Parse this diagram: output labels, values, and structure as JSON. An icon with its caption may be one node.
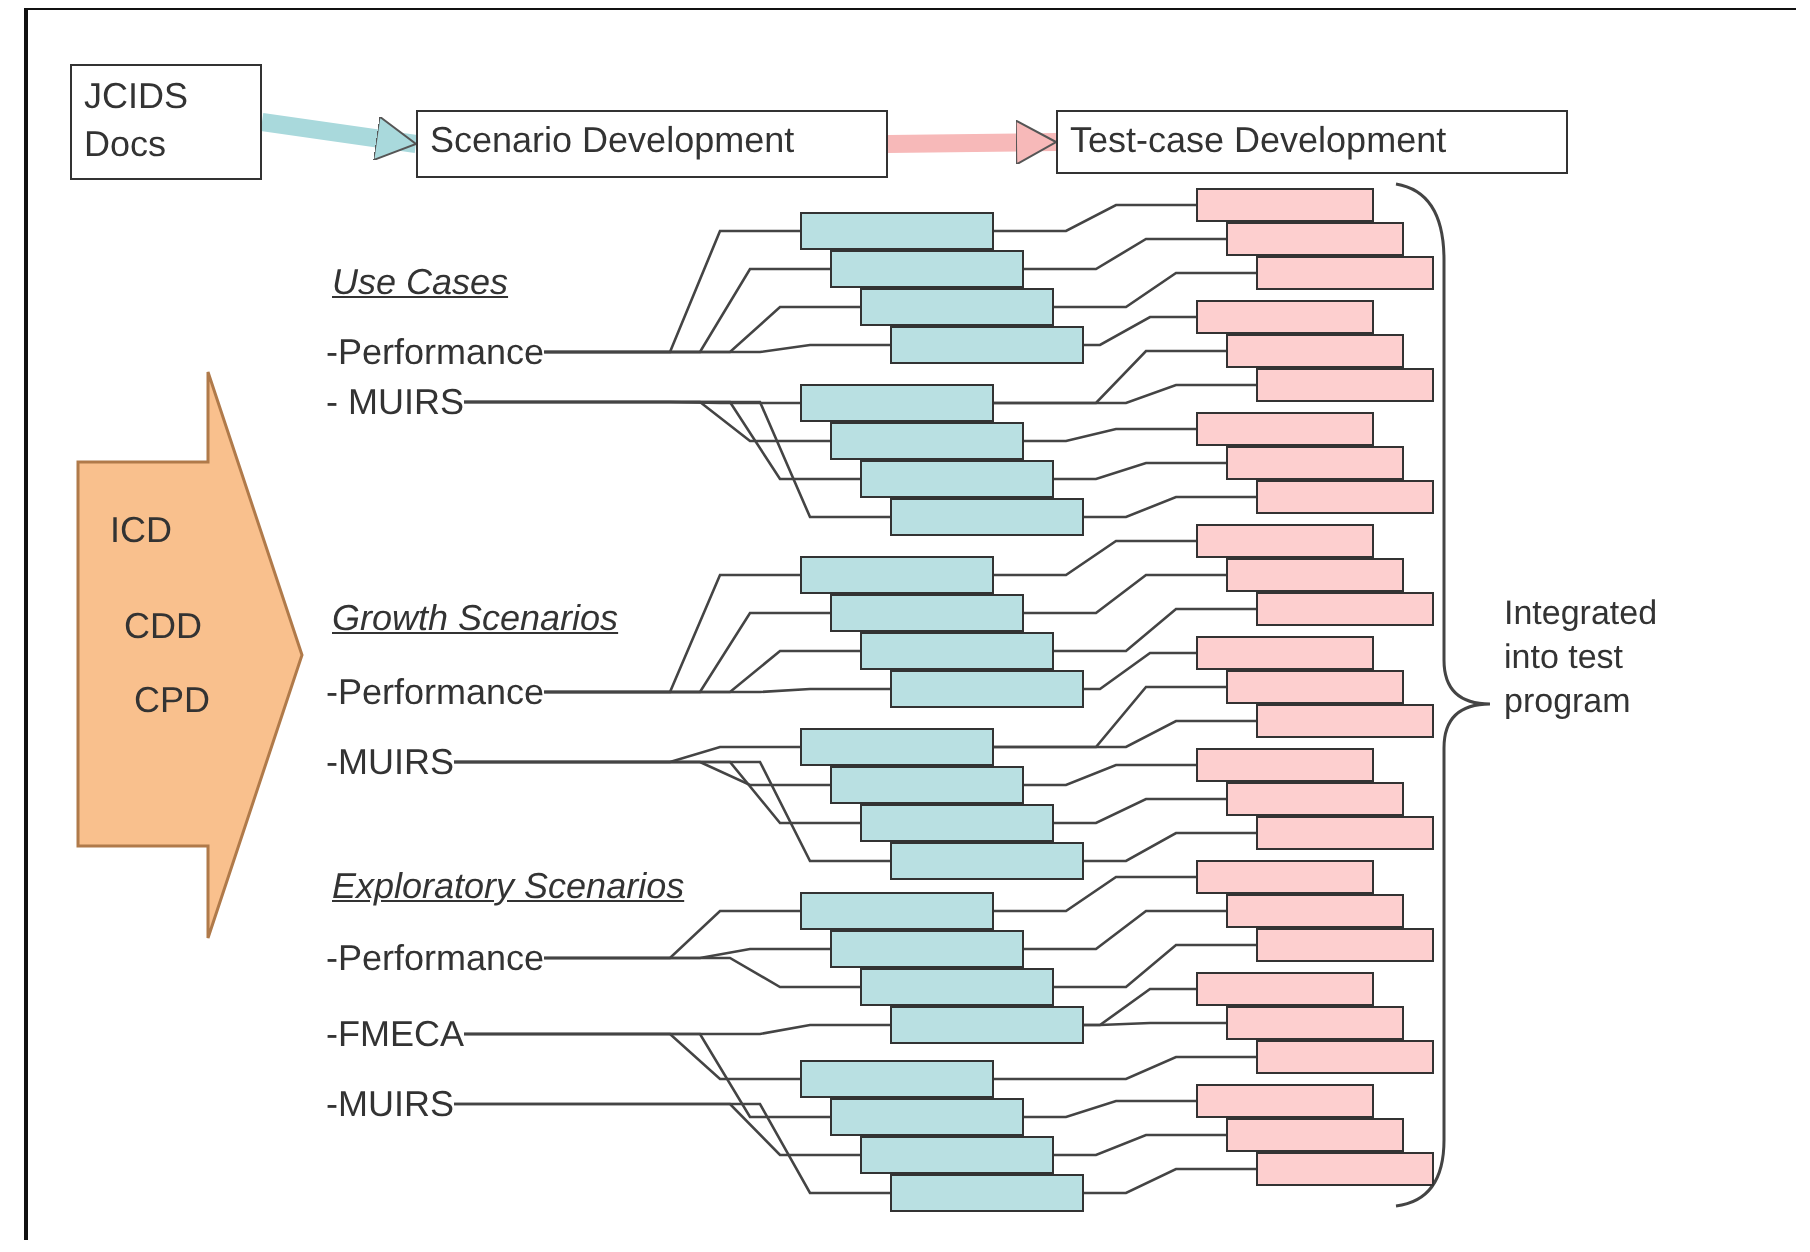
{
  "diagram": {
    "nodes": [
      {
        "text": [
          "JCIDS Docs"
        ]
      },
      {
        "text": [
          "Scenario Development"
        ]
      },
      {
        "text": [
          "Test-case Development"
        ]
      },
      {
        "text": [
          "ICD",
          "CDD",
          "CPD"
        ]
      },
      {
        "text": [
          "-Performance"
        ]
      },
      {
        "text": [
          "- MUIRS"
        ]
      },
      {
        "text": [
          "-Performance"
        ]
      },
      {
        "text": [
          "-MUIRS"
        ]
      },
      {
        "text": [
          "-Performance"
        ]
      },
      {
        "text": [
          "-FMECA"
        ]
      },
      {
        "text": [
          "-MUIRS"
        ]
      },
      {
        "text": [],
        "shape": "box"
      },
      {
        "text": [],
        "shape": "box"
      },
      {
        "text": [],
        "shape": "box"
      },
      {
        "text": [],
        "shape": "box"
      },
      {
        "text": [],
        "shape": "box"
      },
      {
        "text": [],
        "shape": "box"
      },
      {
        "text": [],
        "shape": "box"
      },
      {
        "text": [],
        "shape": "box"
      },
      {
        "text": [],
        "shape": "box"
      },
      {
        "text": [],
        "shape": "box"
      },
      {
        "text": [],
        "shape": "box"
      },
      {
        "text": [],
        "shape": "box"
      },
      {
        "text": [],
        "shape": "box"
      },
      {
        "text": [],
        "shape": "box"
      },
      {
        "text": [],
        "shape": "box"
      },
      {
        "text": [],
        "shape": "box"
      },
      {
        "text": [],
        "shape": "box"
      },
      {
        "text": [],
        "shape": "box"
      },
      {
        "text": [],
        "shape": "box"
      },
      {
        "text": [],
        "shape": "box"
      },
      {
        "text": [],
        "shape": "box"
      },
      {
        "text": [],
        "shape": "box"
      },
      {
        "text": [],
        "shape": "box"
      },
      {
        "text": [],
        "shape": "box"
      },
      {
        "text": [],
        "shape": "box"
      },
      {
        "text": [],
        "shape": "box"
      },
      {
        "text": [],
        "shape": "box"
      },
      {
        "text": [],
        "shape": "box"
      },
      {
        "text": [],
        "shape": "box"
      },
      {
        "text": [],
        "shape": "box"
      },
      {
        "text": [],
        "shape": "box"
      },
      {
        "text": [],
        "shape": "box"
      },
      {
        "text": [],
        "shape": "box"
      },
      {
        "text": [],
        "shape": "box"
      },
      {
        "text": [],
        "shape": "box"
      },
      {
        "text": [],
        "shape": "box"
      },
      {
        "text": [],
        "shape": "box"
      },
      {
        "text": [],
        "shape": "box"
      },
      {
        "text": [],
        "shape": "box"
      },
      {
        "text": [],
        "shape": "box"
      },
      {
        "text": [],
        "shape": "box"
      },
      {
        "text": [],
        "shape": "box"
      },
      {
        "text": [],
        "shape": "box"
      },
      {
        "text": [],
        "shape": "box"
      },
      {
        "text": [],
        "shape": "box"
      },
      {
        "text": [],
        "shape": "box"
      },
      {
        "text": [],
        "shape": "box"
      },
      {
        "text": [],
        "shape": "box"
      },
      {
        "text": [],
        "shape": "box"
      },
      {
        "text": [],
        "shape": "box"
      },
      {
        "text": [],
        "shape": "box"
      }
    ],
    "edges": [
      {
        "from": 0,
        "to": 1,
        "arrow": "to",
        "style": "thick",
        "color": "#a9d9dc"
      },
      {
        "from": 1,
        "to": 2,
        "arrow": "to",
        "style": "thick",
        "color": "#f7b9b9"
      },
      {
        "from": 4,
        "to": 11,
        "arrow": "none"
      },
      {
        "from": 4,
        "to": 12,
        "arrow": "none"
      },
      {
        "from": 4,
        "to": 13,
        "arrow": "none"
      },
      {
        "from": 4,
        "to": 14,
        "arrow": "none"
      },
      {
        "from": 5,
        "to": 15,
        "arrow": "none"
      },
      {
        "from": 5,
        "to": 16,
        "arrow": "none"
      },
      {
        "from": 5,
        "to": 17,
        "arrow": "none"
      },
      {
        "from": 5,
        "to": 18,
        "arrow": "none"
      },
      {
        "from": 6,
        "to": 19,
        "arrow": "none"
      },
      {
        "from": 6,
        "to": 20,
        "arrow": "none"
      },
      {
        "from": 6,
        "to": 21,
        "arrow": "none"
      },
      {
        "from": 6,
        "to": 22,
        "arrow": "none"
      },
      {
        "from": 7,
        "to": 23,
        "arrow": "none"
      },
      {
        "from": 7,
        "to": 24,
        "arrow": "none"
      },
      {
        "from": 7,
        "to": 25,
        "arrow": "none"
      },
      {
        "from": 7,
        "to": 26,
        "arrow": "none"
      },
      {
        "from": 8,
        "to": 27,
        "arrow": "none"
      },
      {
        "from": 8,
        "to": 28,
        "arrow": "none"
      },
      {
        "from": 8,
        "to": 29,
        "arrow": "none"
      },
      {
        "from": 9,
        "to": 30,
        "arrow": "none"
      },
      {
        "from": 9,
        "to": 31,
        "arrow": "none"
      },
      {
        "from": 9,
        "to": 32,
        "arrow": "none"
      },
      {
        "from": 10,
        "to": 33,
        "arrow": "none"
      },
      {
        "from": 10,
        "to": 34,
        "arrow": "none"
      },
      {
        "from": 11,
        "to": 35,
        "arrow": "none"
      },
      {
        "from": 12,
        "to": 36,
        "arrow": "none"
      },
      {
        "from": 13,
        "to": 37,
        "arrow": "none"
      },
      {
        "from": 14,
        "to": 38,
        "arrow": "none"
      },
      {
        "from": 15,
        "to": 39,
        "arrow": "none"
      },
      {
        "from": 15,
        "to": 40,
        "arrow": "none"
      },
      {
        "from": 16,
        "to": 41,
        "arrow": "none"
      },
      {
        "from": 17,
        "to": 42,
        "arrow": "none"
      },
      {
        "from": 18,
        "to": 43,
        "arrow": "none"
      },
      {
        "from": 19,
        "to": 44,
        "arrow": "none"
      },
      {
        "from": 20,
        "to": 45,
        "arrow": "none"
      },
      {
        "from": 21,
        "to": 46,
        "arrow": "none"
      },
      {
        "from": 22,
        "to": 47,
        "arrow": "none"
      },
      {
        "from": 23,
        "to": 48,
        "arrow": "none"
      },
      {
        "from": 23,
        "to": 49,
        "arrow": "none"
      },
      {
        "from": 24,
        "to": 50,
        "arrow": "none"
      },
      {
        "from": 25,
        "to": 51,
        "arrow": "none"
      },
      {
        "from": 26,
        "to": 52,
        "arrow": "none"
      },
      {
        "from": 27,
        "to": 53,
        "arrow": "none"
      },
      {
        "from": 28,
        "to": 54,
        "arrow": "none"
      },
      {
        "from": 29,
        "to": 55,
        "arrow": "none"
      },
      {
        "from": 30,
        "to": 56,
        "arrow": "none"
      },
      {
        "from": 30,
        "to": 57,
        "arrow": "none"
      },
      {
        "from": 31,
        "to": 58,
        "arrow": "none"
      },
      {
        "from": 32,
        "to": 59,
        "arrow": "none"
      },
      {
        "from": 33,
        "to": 60,
        "arrow": "none"
      },
      {
        "from": 34,
        "to": 61,
        "arrow": "none"
      }
    ],
    "labels": [
      "Use Cases",
      "Growth Scenarios",
      "Exploratory Scenarios",
      "Integrated into test program"
    ]
  }
}
